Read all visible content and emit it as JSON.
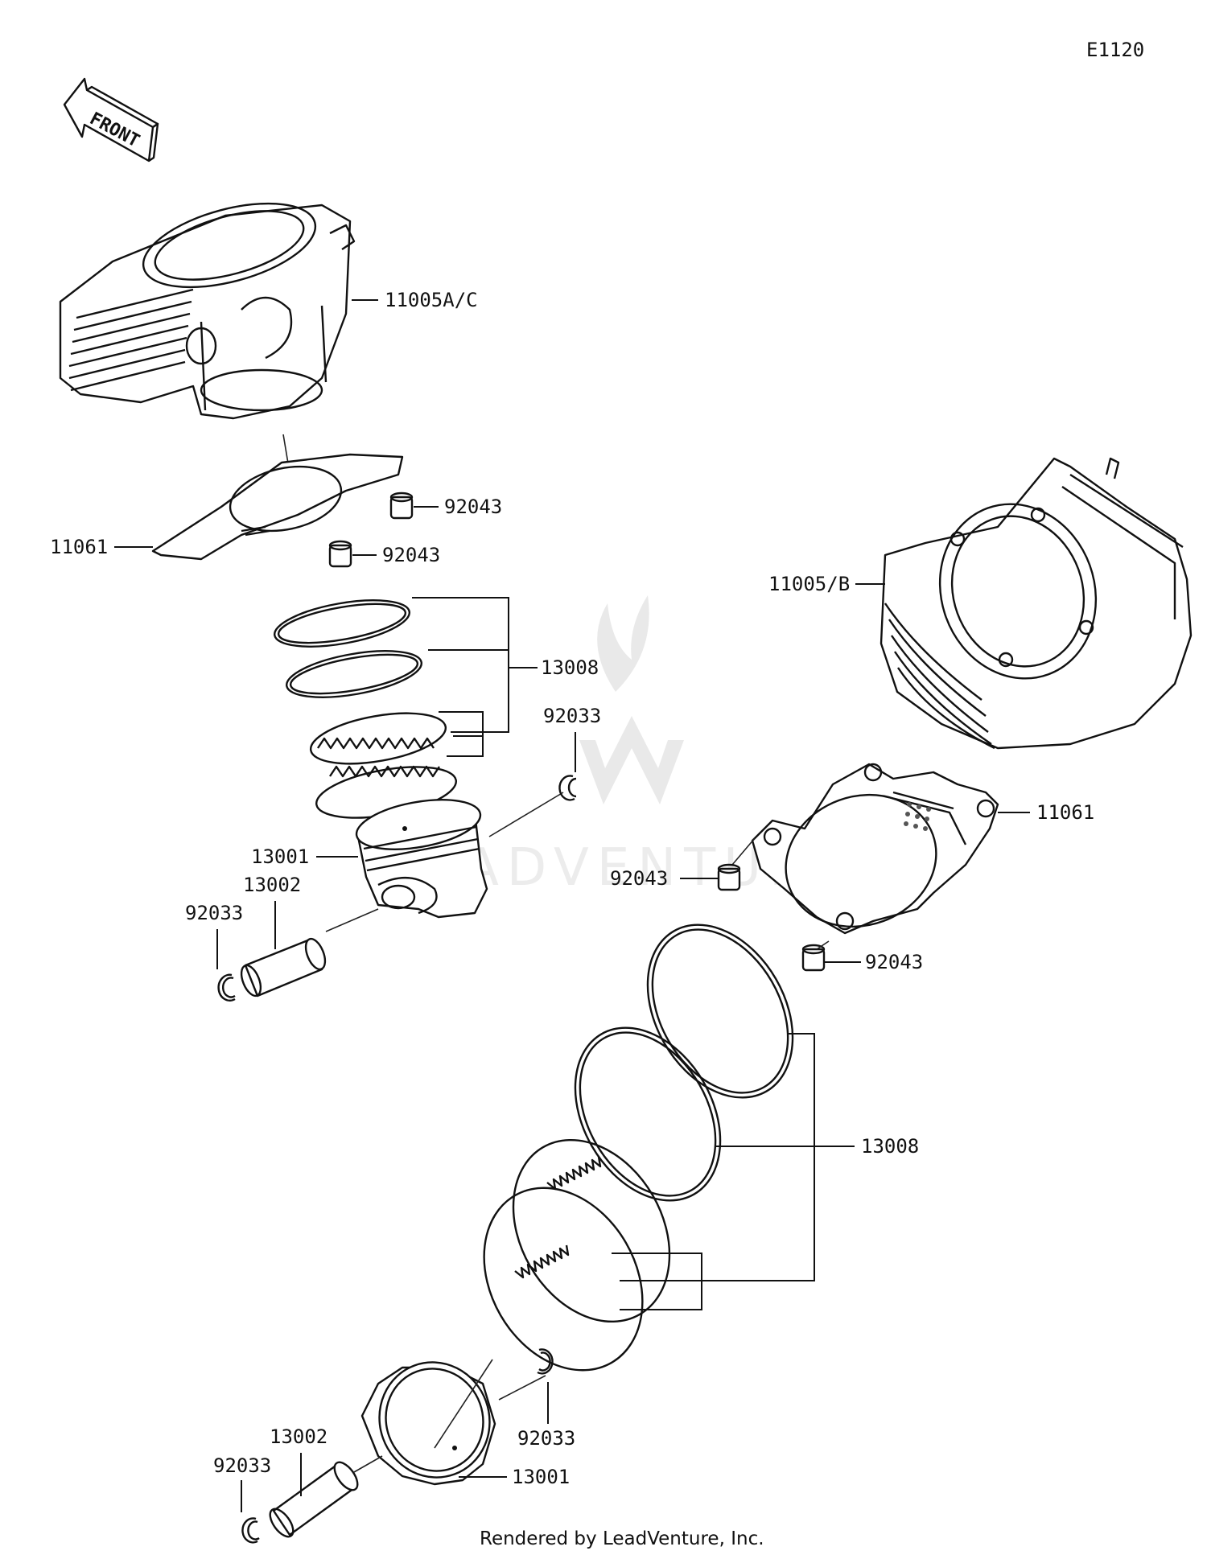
{
  "diagram_code": "E1120",
  "front_arrow_label": "FRONT",
  "footer": "Rendered by LeadVenture, Inc.",
  "watermark_text": "LEADVENTURE",
  "callouts": {
    "cylinder_rear": "11005A/C",
    "cylinder_front": "11005/B",
    "gasket_rear": "11061",
    "gasket_front": "11061",
    "dowel_rear_a": "92043",
    "dowel_rear_b": "92043",
    "dowel_front_a": "92043",
    "dowel_front_b": "92043",
    "rings_rear": "13008",
    "rings_front": "13008",
    "piston_rear": "13001",
    "piston_front": "13001",
    "pin_rear": "13002",
    "pin_front": "13002",
    "clip_rear_right": "92033",
    "clip_rear_left": "92033",
    "clip_front_right": "92033",
    "clip_front_left": "92033"
  }
}
